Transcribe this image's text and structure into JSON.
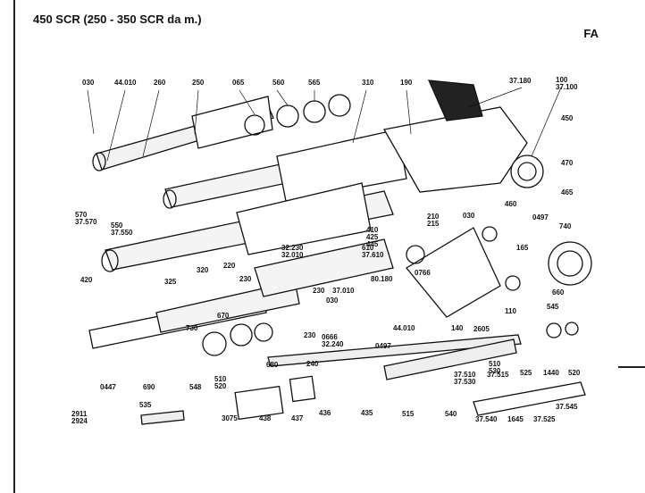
{
  "page": {
    "title": "450 SCR (250 - 350 SCR da m.)",
    "code": "FA"
  },
  "callouts": [
    "030",
    "44.010",
    "260",
    "250",
    "065",
    "560",
    "565",
    "310",
    "190",
    "37.180",
    "100 37.100",
    "450",
    "470",
    "465",
    "0497",
    "740",
    "570 37.570",
    "550 37.550",
    "210 215",
    "030",
    "460",
    "165",
    "220",
    "32.230 32.010",
    "610 37.610",
    "410 425 445",
    "0766",
    "80.180",
    "320",
    "230",
    "230",
    "37.010",
    "030",
    "660",
    "110",
    "545",
    "420",
    "325",
    "670",
    "44.010",
    "140",
    "2605",
    "0666 32.240",
    "0497",
    "730",
    "230",
    "240",
    "510 530",
    "525",
    "1440",
    "520",
    "0447",
    "690",
    "680",
    "37.510 37.530",
    "37.515",
    "535",
    "548",
    "510 520",
    "2911 2924",
    "3075",
    "438",
    "437",
    "436",
    "435",
    "515",
    "540",
    "37.540",
    "1645",
    "37.525",
    "37.545"
  ]
}
